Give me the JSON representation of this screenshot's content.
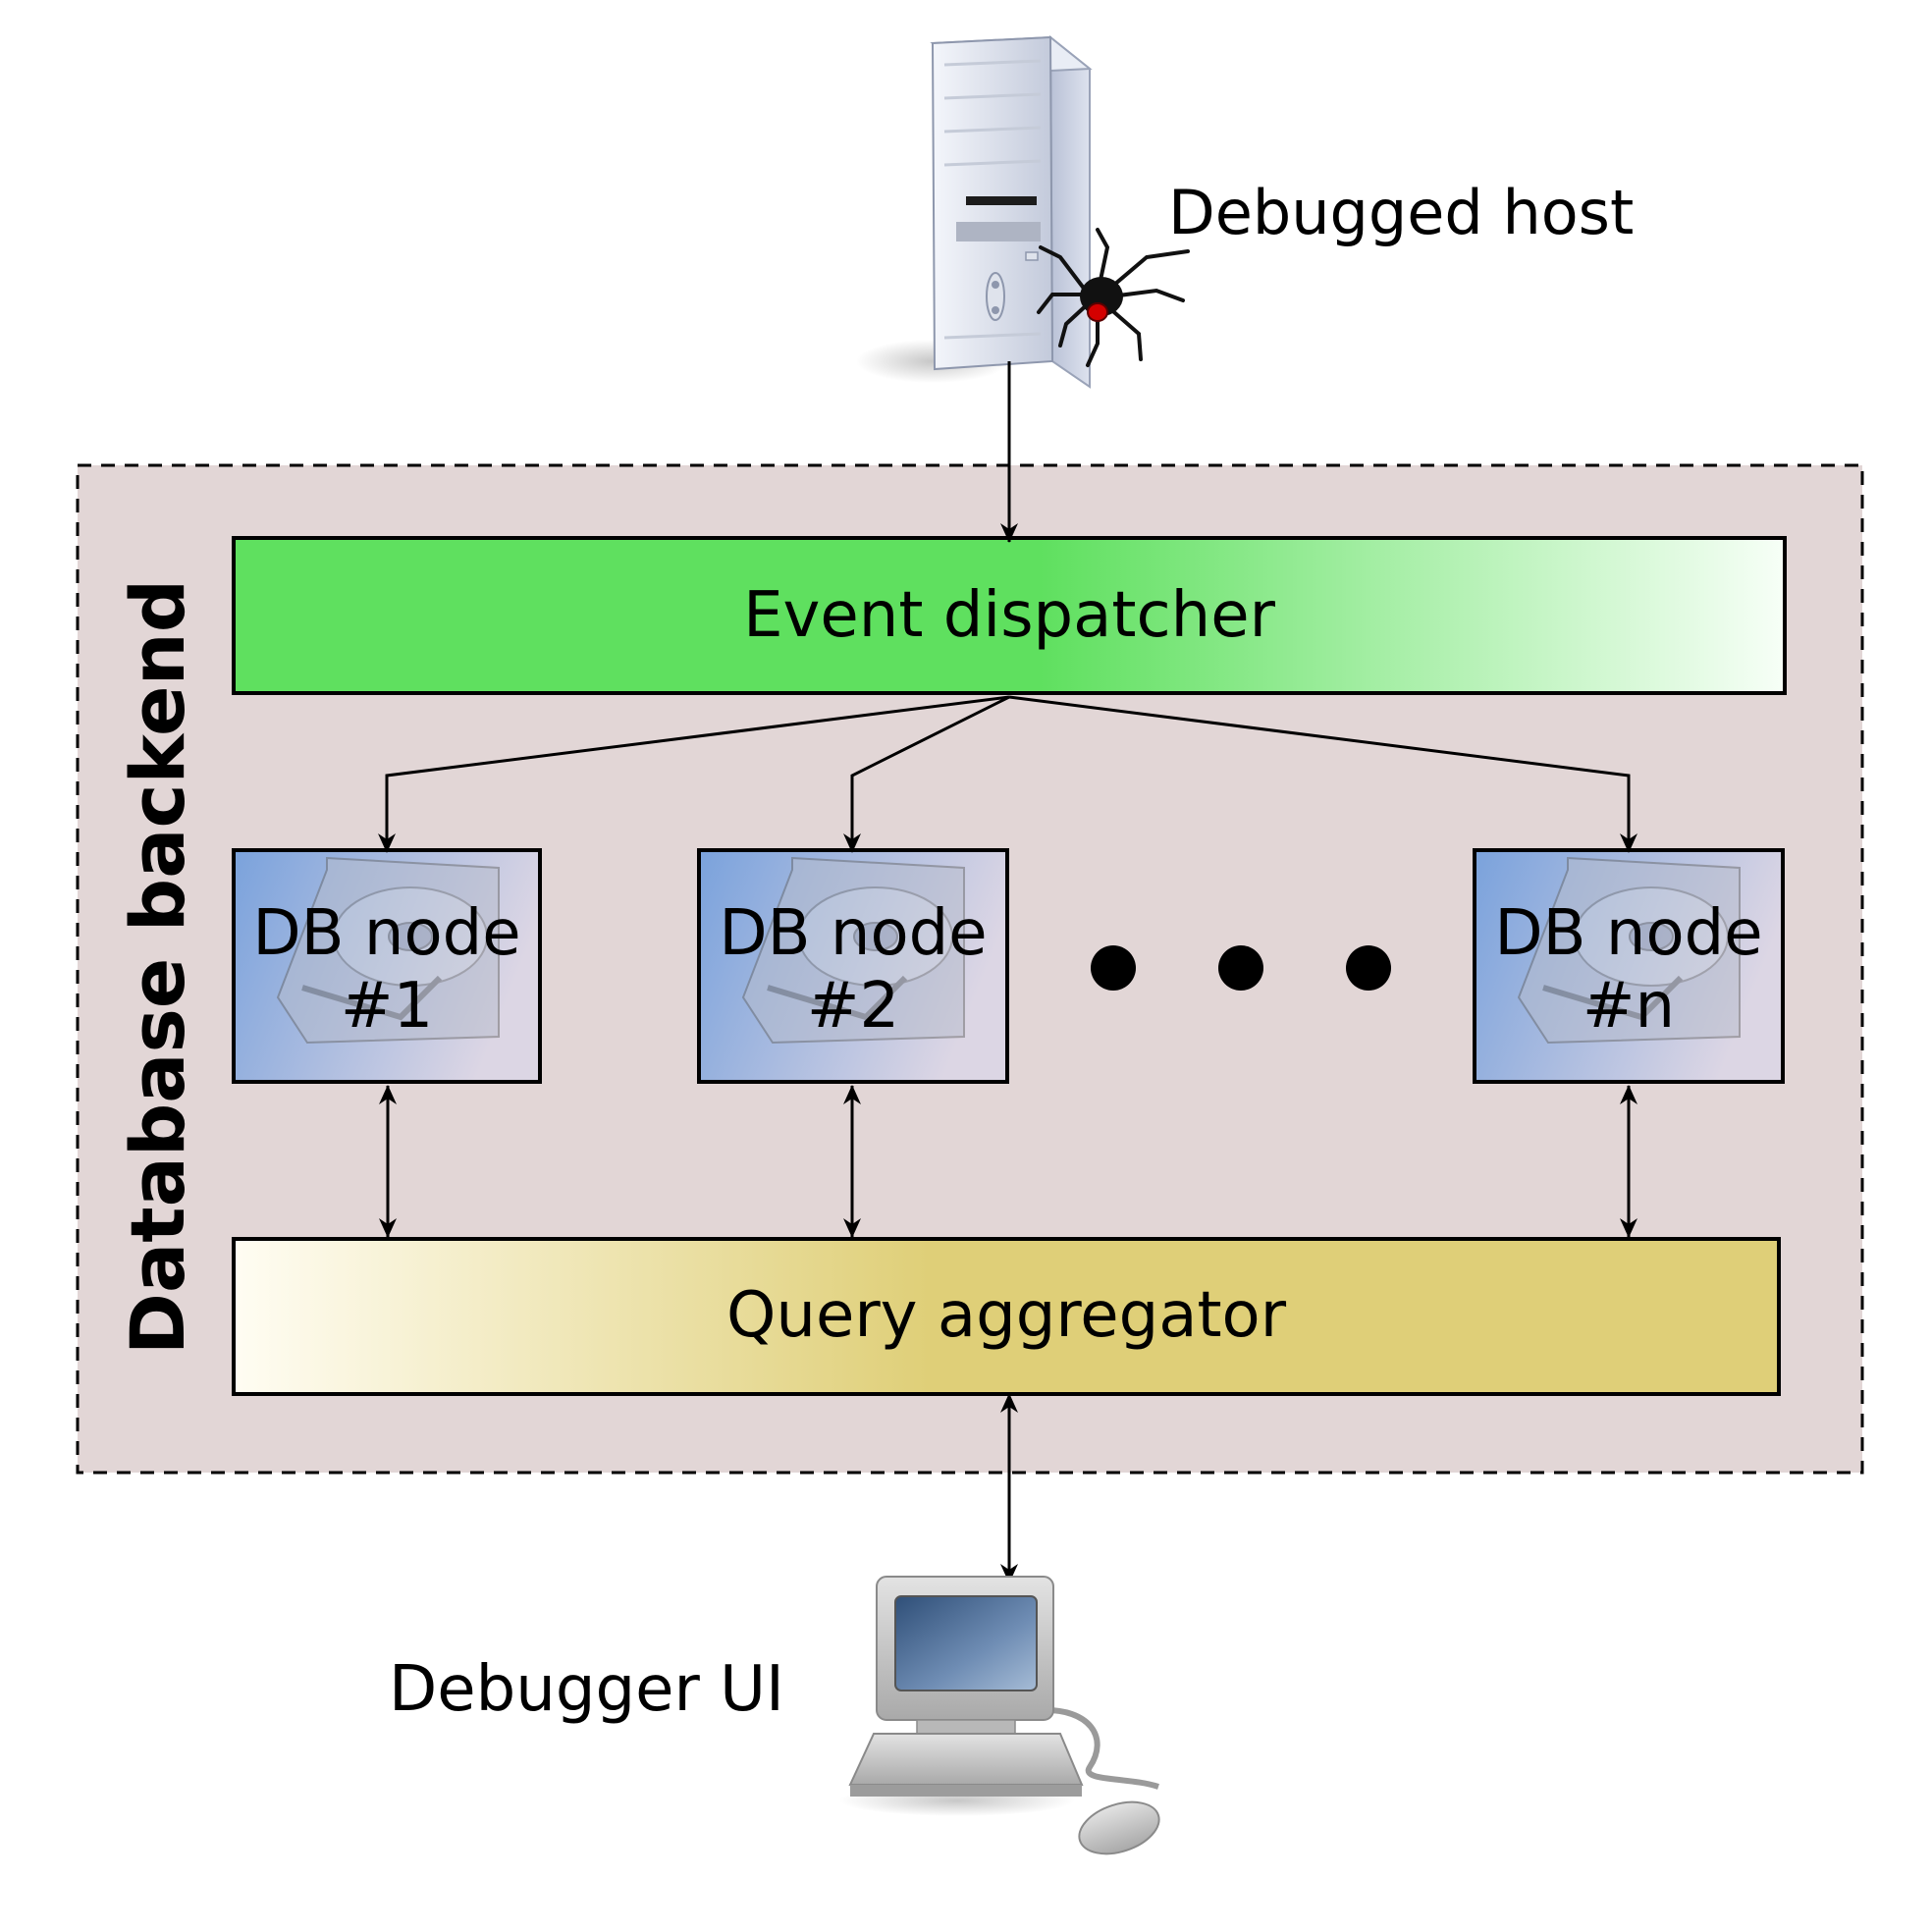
{
  "labels": {
    "debugged_host": "Debugged host",
    "backend": "Database backend",
    "dispatcher": "Event dispatcher",
    "aggregator": "Query aggregator",
    "debugger_ui": "Debugger UI"
  },
  "nodes": [
    {
      "line1": "DB node",
      "line2": "#1"
    },
    {
      "line1": "DB node",
      "line2": "#2"
    },
    {
      "line1": "DB node",
      "line2": "#n"
    }
  ],
  "colors": {
    "backend_fill": "#e2d6d6",
    "dispatcher_green": "#5fe05f",
    "aggregator_gold": "#dfcf78",
    "node_blue": "#7ba3dd",
    "node_fade": "#d9d4e2",
    "spider_body": "#111111",
    "spider_mark": "#d40000"
  },
  "icons": {
    "host": "server-tower-icon",
    "bug": "spider-icon",
    "disk": "hard-disk-icon",
    "workstation": "desktop-computer-icon"
  }
}
